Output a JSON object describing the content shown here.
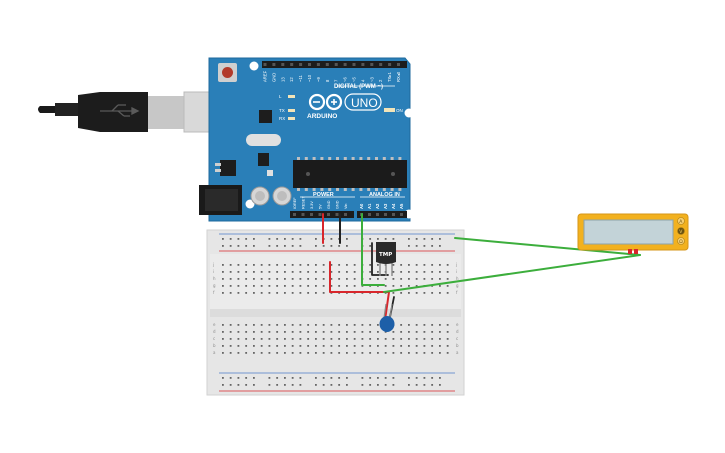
{
  "arduino": {
    "brand": "ARDUINO",
    "model": "UNO",
    "digital_label": "DIGITAL (PWM ~)",
    "power_label": "POWER",
    "analog_label": "ANALOG IN",
    "led_labels": [
      "L",
      "TX",
      "RX"
    ],
    "on_label": "ON",
    "digital_pins": [
      "AREF",
      "GND",
      "13",
      "12",
      "~11",
      "~10",
      "~9",
      "8",
      "7",
      "~6",
      "~5",
      "4",
      "~3",
      "2",
      "TX▸1",
      "RX◂0"
    ],
    "power_pins": [
      "IOREF",
      "RESET",
      "3.3V",
      "5V",
      "GND",
      "GND",
      "Vin"
    ],
    "analog_pins": [
      "A0",
      "A1",
      "A2",
      "A3",
      "A4",
      "A5"
    ]
  },
  "sensor": {
    "label": "TMP"
  },
  "multimeter": {
    "modes": [
      "A",
      "V",
      "Ω"
    ]
  },
  "breadboard": {
    "row_letters_top": [
      "j",
      "i",
      "h",
      "g",
      "f"
    ],
    "row_letters_bottom": [
      "e",
      "d",
      "c",
      "b",
      "a"
    ]
  },
  "colors": {
    "board": "#2a7fb8",
    "board_edge": "#1f6a9c",
    "wire_red": "#d8262b",
    "wire_black": "#222222",
    "wire_green": "#3cae3c",
    "breadboard": "#e8e8e8",
    "multimeter": "#f2b11f",
    "capacitor": "#1d5fa8"
  }
}
